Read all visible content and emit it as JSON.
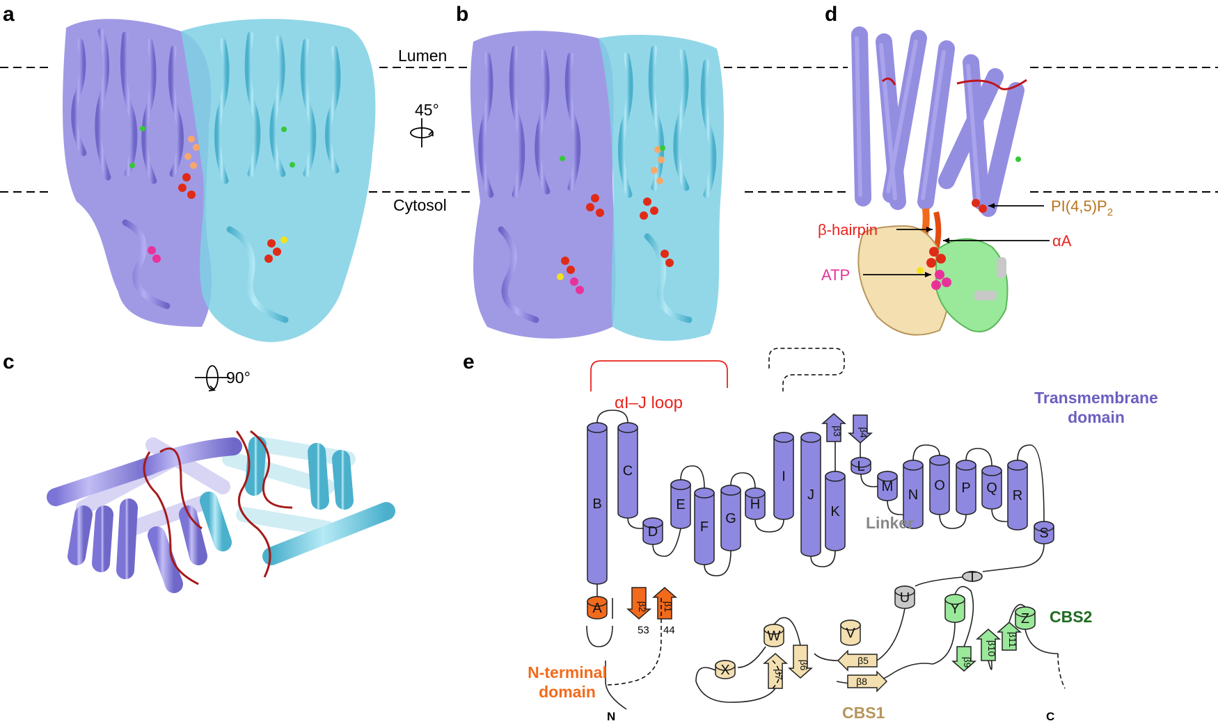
{
  "panels": {
    "a": "a",
    "b": "b",
    "c": "c",
    "d": "d",
    "e": "e"
  },
  "membrane": {
    "lumen": "Lumen",
    "cytosol": "Cytosol"
  },
  "rotations": {
    "r45": "45°",
    "r90": "90°"
  },
  "panel_d_labels": {
    "pip2_main": "PI(4,5)P",
    "pip2_sub": "2",
    "hairpin": "β-hairpin",
    "alphaA": "αA",
    "atp": "ATP"
  },
  "panel_e": {
    "domains": {
      "loop": "αI–J loop",
      "tm1": "Transmembrane",
      "tm2": "domain",
      "linker": "Linker",
      "cbs1": "CBS1",
      "cbs2": "CBS2",
      "nterm1": "N-terminal",
      "nterm2": "domain"
    },
    "termini": {
      "n": "N",
      "c": "C"
    },
    "residues": {
      "r53": "53",
      "r44": "44"
    },
    "helices": [
      "B",
      "C",
      "D",
      "E",
      "F",
      "G",
      "H",
      "I",
      "J",
      "K",
      "L",
      "M",
      "N",
      "O",
      "P",
      "Q",
      "R",
      "S",
      "A",
      "T",
      "U",
      "V",
      "W",
      "X",
      "Y",
      "Z"
    ],
    "strands": [
      "β1",
      "β2",
      "β3",
      "β4",
      "β5",
      "β6",
      "β7",
      "β8",
      "β9",
      "β10",
      "β11"
    ]
  },
  "colors": {
    "tm_purple": "#8f88e0",
    "cyan": "#7fd0e4",
    "n_orange": "#f26a1b",
    "cbs1_tan": "#f3dfb0",
    "cbs2_green": "#9ae89a",
    "linker_gray": "#c8c8c8",
    "loop_red": "#e8231c",
    "pip2_brown": "#b8741c",
    "atp_magenta": "#e8329a",
    "cbs1_text": "#b8955a",
    "cbs2_text": "#1e6b22",
    "tm_text": "#6a5fc0",
    "linker_text": "#888888"
  }
}
